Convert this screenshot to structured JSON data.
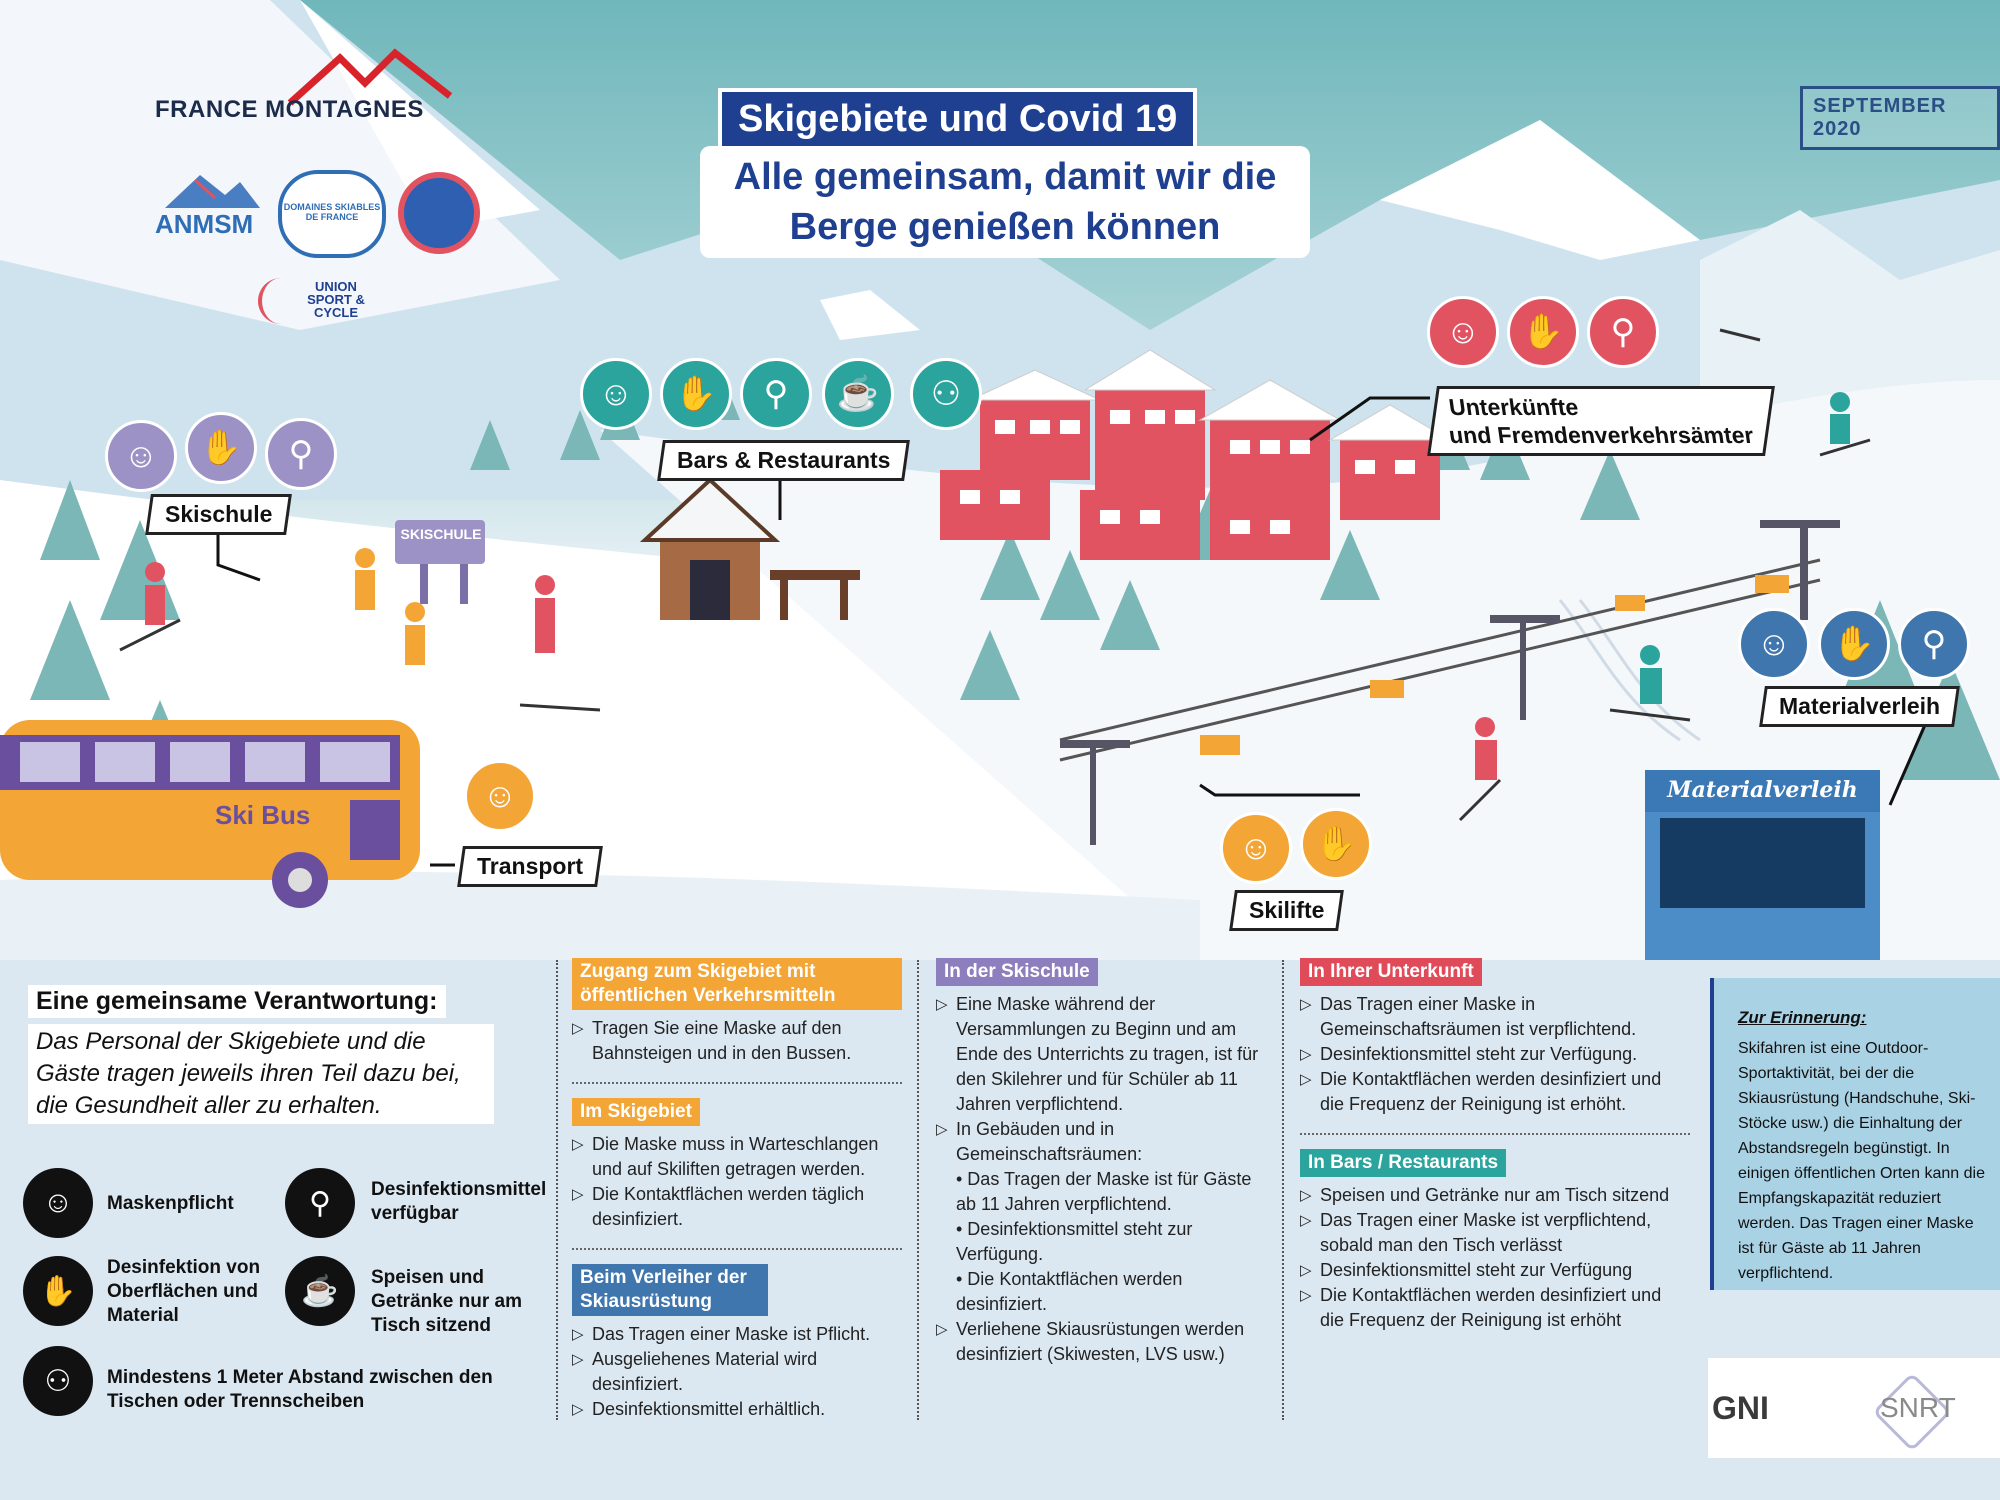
{
  "header": {
    "title": "Skigebiete und Covid 19",
    "subtitle": "Alle gemeinsam, damit wir die Berge genießen können",
    "date": "SEPTEMBER 2020"
  },
  "logos": {
    "france_montagnes": "FRANCE MONTAGNES",
    "anmsm": "ANMSM",
    "domaines_skiables": "DOMAINES SKIABLES DE FRANCE",
    "union_sport": "UNION SPORT & CYCLE",
    "gni": "GNI",
    "snrt": "SNRT"
  },
  "scene": {
    "skischule_label": "Skischule",
    "skischule_sign": "SKISCHULE",
    "bars_label": "Bars & Restaurants",
    "unterkunft_label_1": "Unterkünfte",
    "unterkunft_label_2": "und Fremdenverkehrsämter",
    "materialverleih_label": "Materialverleih",
    "materialverleih_sign": "Materialverleih",
    "transport_label": "Transport",
    "skilifte_label": "Skilifte",
    "bus_text": "Ski Bus"
  },
  "intro": {
    "heading": "Eine gemeinsame Verantwortung:",
    "text": "Das Personal der Skigebiete und die Gäste tragen jeweils ihren Teil dazu bei, die Gesundheit aller zu erhalten."
  },
  "legend": [
    {
      "icon": "mask-icon",
      "label": "Maskenpflicht"
    },
    {
      "icon": "sanitizer-icon",
      "label": "Desinfektionsmittel verfügbar"
    },
    {
      "icon": "disinfect-surface-icon",
      "label": "Desinfektion von Oberflächen und Material"
    },
    {
      "icon": "table-service-icon",
      "label": "Speisen und Getränke nur am Tisch sitzend"
    },
    {
      "icon": "distance-icon",
      "label": "Mindestens 1 Meter Abstand zwischen den Tischen oder Trennscheiben"
    }
  ],
  "col1": {
    "s1_title": "Zugang zum Skigebiet mit öffentlichen Verkehrsmitteln",
    "s1_items": [
      "Tragen Sie eine Maske auf den Bahnsteigen und in den Bussen."
    ],
    "s2_title": "Im Skigebiet",
    "s2_items": [
      "Die Maske muss in Warteschlangen und auf Skiliften getragen werden.",
      "Die Kontaktflächen werden täglich desinfiziert."
    ],
    "s3_title": "Beim Verleiher der Skiausrüstung",
    "s3_items": [
      "Das Tragen einer Maske ist Pflicht.",
      "Ausgeliehenes Material wird desinfiziert.",
      "Desinfektionsmittel erhältlich."
    ]
  },
  "col2": {
    "title": "In der Skischule",
    "item1": "Eine Maske während der Versammlungen zu Beginn und am Ende des Unterrichts zu tragen, ist für den Skilehrer und für Schüler ab 11 Jahren verpflichtend.",
    "item2": "In Gebäuden und in Gemeinschaftsräumen:",
    "sub": [
      "• Das Tragen der Maske ist für Gäste ab 11 Jahren verpflichtend.",
      "• Desinfektionsmittel steht zur Verfügung.",
      "• Die Kontaktflächen werden desinfiziert."
    ],
    "item3": "Verliehene Skiausrüstungen werden desinfiziert (Skiwesten, LVS usw.)"
  },
  "col3": {
    "s1_title": "In Ihrer Unterkunft",
    "s1_items": [
      "Das Tragen einer Maske in Gemeinschaftsräumen ist verpflichtend.",
      "Desinfektionsmittel steht zur Verfügung.",
      "Die Kontaktflächen werden desinfiziert und die Frequenz der Reinigung ist erhöht."
    ],
    "s2_title": "In Bars / Restaurants",
    "s2_items": [
      "Speisen und Getränke nur am Tisch sitzend",
      "Das Tragen einer Maske ist verpflichtend, sobald man den Tisch verlässt",
      "Desinfektionsmittel steht zur Verfügung",
      "Die Kontaktflächen werden desinfiziert und die Frequenz der Reinigung ist erhöht"
    ]
  },
  "reminder": {
    "title": "Zur Erinnerung:",
    "text": "Skifahren ist eine Outdoor-Sportaktivität, bei der die Skiausrüstung (Handschuhe, Ski-Stöcke usw.) die Einhaltung der Abstandsregeln begünstigt. In einigen öffentlichen Orten kann die Empfangskapazität reduziert werden. Das Tragen einer Maske ist für Gäste ab 11 Jahren verpflichtend."
  },
  "colors": {
    "navy": "#1f3f91",
    "teal": "#2aa49c",
    "purple": "#9d92c6",
    "red": "#e15361",
    "orange": "#f3a536",
    "blue": "#3f76ae"
  },
  "icons": {
    "mask": "☺",
    "hand": "✋",
    "spray": "⚲",
    "table": "☕",
    "people": "⚇"
  }
}
